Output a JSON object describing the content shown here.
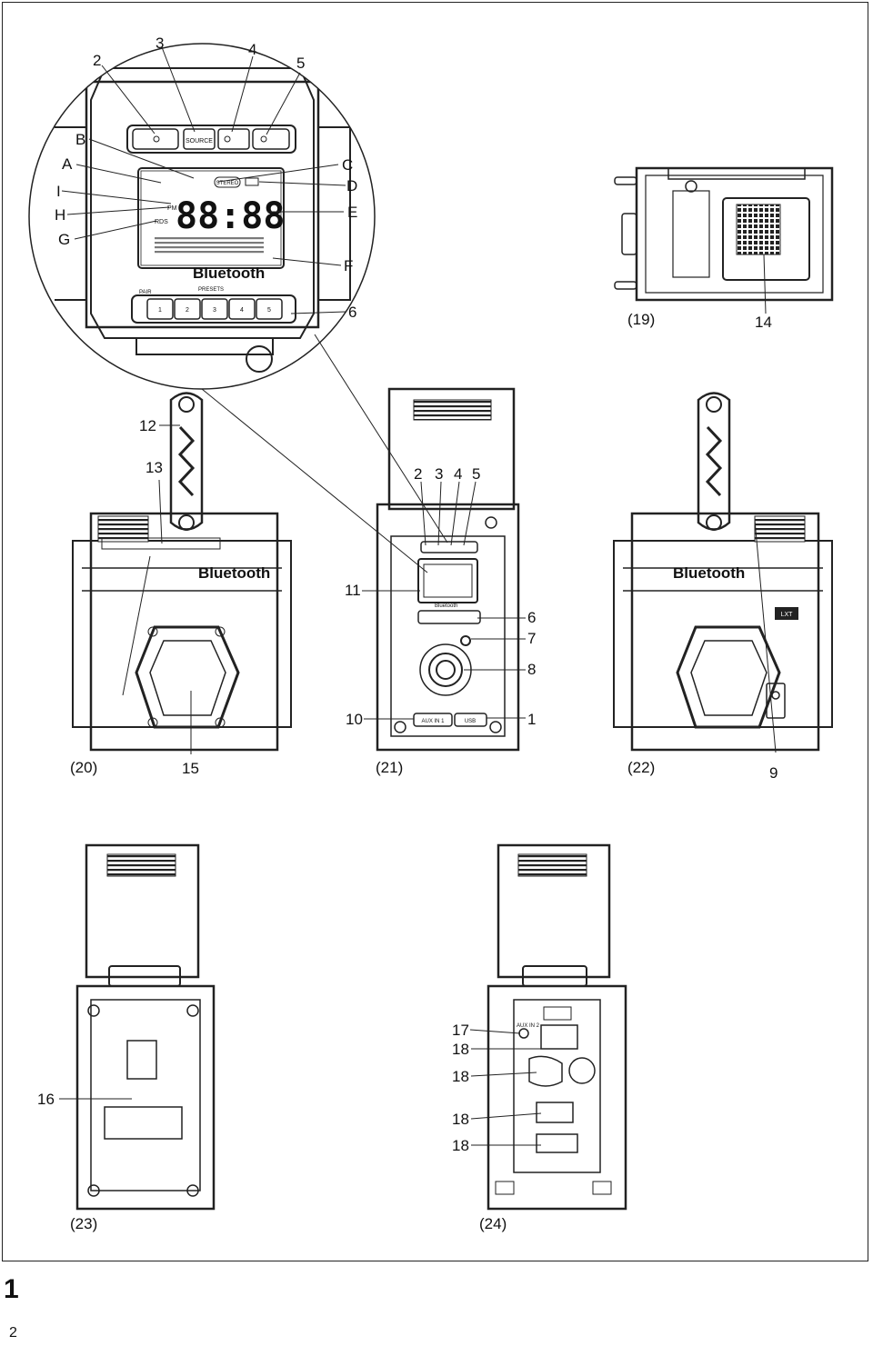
{
  "zoom": {
    "callouts": {
      "n2": "2",
      "n3": "3",
      "n4": "4",
      "n5": "5",
      "A": "A",
      "B": "B",
      "C": "C",
      "D": "D",
      "E": "E",
      "F": "F",
      "G": "G",
      "H": "H",
      "I": "I",
      "n6": "6"
    },
    "source_button": "SOURCE",
    "stereo": "STEREO",
    "pm": "PM",
    "rds": "RDS",
    "digits": "88:88",
    "bluetooth": "Bluetooth",
    "pair": "PAIR",
    "presets_title": "PRESETS",
    "presets": [
      "1",
      "2",
      "3",
      "4",
      "5"
    ]
  },
  "fig19": {
    "caption": "(19)",
    "n14": "14"
  },
  "fig20": {
    "caption": "(20)",
    "n12": "12",
    "n13": "13",
    "n15": "15",
    "bluetooth": "Bluetooth"
  },
  "fig21": {
    "caption": "(21)",
    "n2": "2",
    "n3": "3",
    "n4": "4",
    "n5": "5",
    "n11": "11",
    "n6": "6",
    "n7": "7",
    "n8": "8",
    "n10": "10",
    "n1": "1",
    "aux": "AUX IN 1",
    "usb": "USB",
    "bluetooth": "Bluetooth"
  },
  "fig22": {
    "caption": "(22)",
    "n9": "9",
    "bluetooth": "Bluetooth",
    "badge": "LXT"
  },
  "fig23": {
    "caption": "(23)",
    "n16": "16"
  },
  "fig24": {
    "caption": "(24)",
    "n17": "17",
    "n18": "18",
    "aux2": "AUX IN 2"
  },
  "figure_number": "1",
  "page_number": "2"
}
